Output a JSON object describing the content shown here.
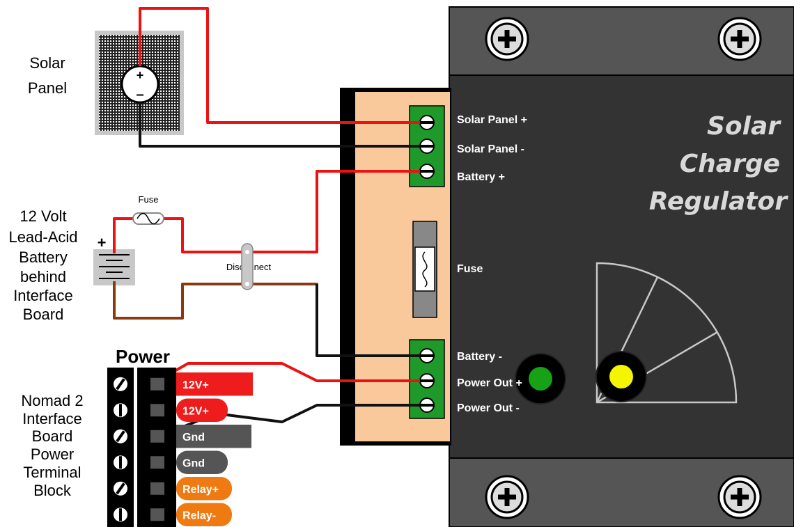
{
  "labels": {
    "solar_panel": [
      "Solar",
      "Panel"
    ],
    "battery": [
      "12 Volt",
      "Lead-Acid",
      "Battery",
      "behind",
      "Interface",
      "Board"
    ],
    "battery_plus": "+",
    "fuse_small": "Fuse",
    "disconnect": "Disconnect",
    "power_header": "Power",
    "nomad": [
      "Nomad 2",
      "Interface",
      "Board",
      "Power",
      "Terminal",
      "Block"
    ],
    "regulator_title": [
      "Solar",
      "Charge",
      "Regulator"
    ]
  },
  "regulator_terminals": {
    "top": [
      "Solar Panel +",
      "Solar Panel -",
      "Battery +"
    ],
    "fuse": "Fuse",
    "bottom": [
      "Battery -",
      "Power Out +",
      "Power Out -"
    ]
  },
  "power_strips": [
    {
      "label": "12V+",
      "color": "#ee1c1c"
    },
    {
      "label": "12V+",
      "color": "#ee1c1c"
    },
    {
      "label": "Gnd",
      "color": "#555555"
    },
    {
      "label": "Gnd",
      "color": "#555555"
    },
    {
      "label": "Relay+",
      "color": "#f07a12"
    },
    {
      "label": "Relay-",
      "color": "#f07a12"
    }
  ],
  "colors": {
    "wire_red": "#ee1111",
    "wire_black": "#111111",
    "wire_brown": "#8b3a0f",
    "regulator_body": "#333333",
    "interface_board": "#f9c89b",
    "terminal_green": "#1f9a2a",
    "led_green": "#16a116",
    "led_yellow": "#f5f500"
  },
  "icons": [
    "plus-screw-icon",
    "screw-terminal-icon",
    "fuse-icon",
    "battery-icon",
    "solar-cell-icon",
    "led-icon",
    "gauge-icon"
  ]
}
